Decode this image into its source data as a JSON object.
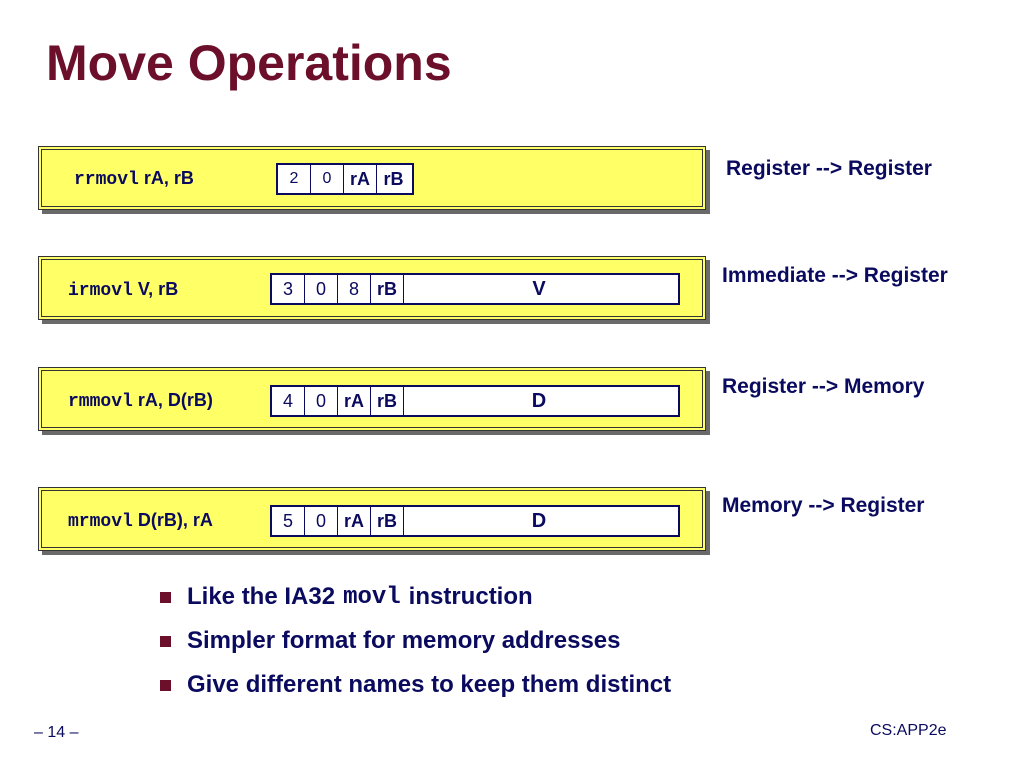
{
  "title": "Move Operations",
  "colors": {
    "title": "#6b0f2a",
    "text": "#0a0a5e",
    "panel": "#ffff66",
    "bullet": "#6b0f2a"
  },
  "rows": [
    {
      "mnemonic": "rrmovl",
      "operands": "rA, rB",
      "encoding": [
        "2",
        "0",
        "rA",
        "rB"
      ],
      "description": "Register --> Register"
    },
    {
      "mnemonic": "irmovl",
      "operands": "V, rB",
      "encoding": [
        "3",
        "0",
        "8",
        "rB",
        "V"
      ],
      "description": "Immediate --> Register"
    },
    {
      "mnemonic": "rmmovl",
      "operands": "rA, D(rB)",
      "encoding": [
        "4",
        "0",
        "rA",
        "rB",
        "D"
      ],
      "description": "Register --> Memory"
    },
    {
      "mnemonic": "mrmovl",
      "operands": "D(rB), rA",
      "encoding": [
        "5",
        "0",
        "rA",
        "rB",
        "D"
      ],
      "description": "Memory --> Register"
    }
  ],
  "bullets": [
    {
      "pre": "Like the IA32",
      "code": "movl",
      "post": "instruction"
    },
    {
      "pre": "Simpler format for memory addresses",
      "code": "",
      "post": ""
    },
    {
      "pre": "Give different names to keep them distinct",
      "code": "",
      "post": ""
    }
  ],
  "footer": {
    "page": "– 14 –",
    "course": "CS:APP2e"
  }
}
